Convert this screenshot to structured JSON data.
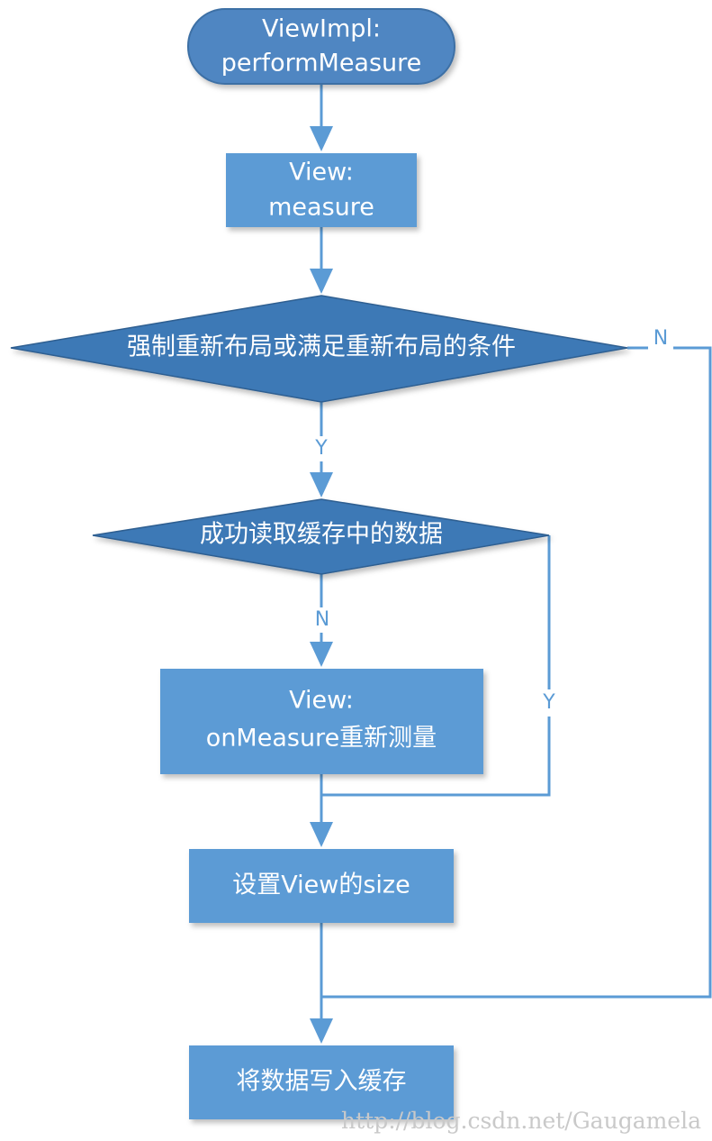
{
  "nodes": {
    "start": {
      "line1": "ViewImpl:",
      "line2": "performMeasure"
    },
    "measure": {
      "line1": "View:",
      "line2": "measure"
    },
    "decision_relayout": {
      "label": "强制重新布局或满足重新布局的条件"
    },
    "decision_cache": {
      "label": "成功读取缓存中的数据"
    },
    "on_measure": {
      "line1": "View:",
      "line2": "onMeasure重新测量"
    },
    "set_size": {
      "label": "设置View的size"
    },
    "write_cache": {
      "label": "将数据写入缓存"
    }
  },
  "edge_labels": {
    "relayout_yes": "Y",
    "relayout_no": "N",
    "cache_no": "N",
    "cache_yes": "Y"
  },
  "watermark": "http://blog.csdn.net/Gaugamela",
  "colors": {
    "start_fill": "#4f86c2",
    "process_fill": "#5b9bd5",
    "decision_fill": "#3e79b6",
    "edge": "#5b9bd5"
  }
}
